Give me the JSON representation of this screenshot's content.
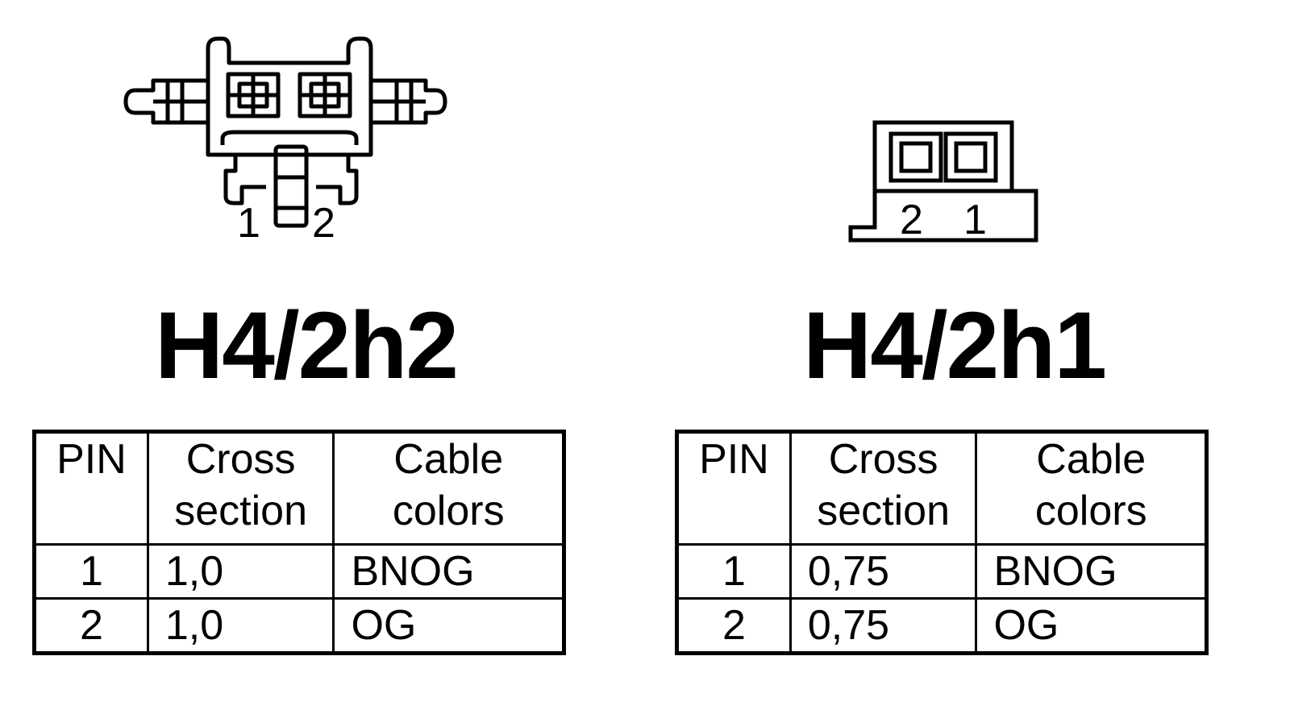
{
  "connectors": [
    {
      "id": "h4-2h2",
      "title": "H4/2h2",
      "pin_markers": [
        "1",
        "2"
      ],
      "table": {
        "headers": {
          "pin": "PIN",
          "cross_1": "Cross",
          "cross_2": "section",
          "color_1": "Cable",
          "color_2": "colors"
        },
        "rows": [
          {
            "pin": "1",
            "cross": "1,0",
            "color": "BNOG"
          },
          {
            "pin": "2",
            "cross": "1,0",
            "color": "OG"
          }
        ]
      }
    },
    {
      "id": "h4-2h1",
      "title": "H4/2h1",
      "pin_markers": [
        "2",
        "1"
      ],
      "table": {
        "headers": {
          "pin": "PIN",
          "cross_1": "Cross",
          "cross_2": "section",
          "color_1": "Cable",
          "color_2": "colors"
        },
        "rows": [
          {
            "pin": "1",
            "cross": "0,75",
            "color": "BNOG"
          },
          {
            "pin": "2",
            "cross": "0,75",
            "color": "OG"
          }
        ]
      }
    }
  ]
}
